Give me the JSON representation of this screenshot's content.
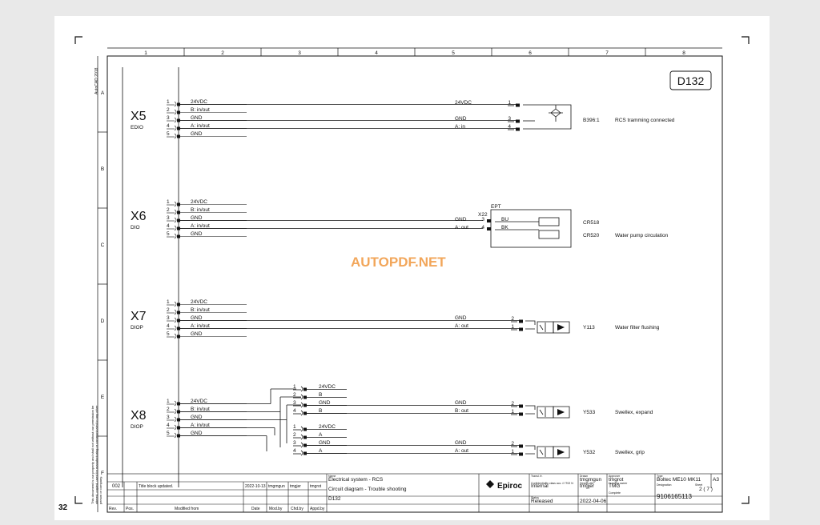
{
  "page_number": "32",
  "watermark": "AUTOPDF.NET",
  "drawing_id": "D132",
  "autocad_label": "AutoCAD 2018",
  "column_numbers": [
    "1",
    "2",
    "3",
    "4",
    "5",
    "6",
    "7",
    "8"
  ],
  "row_letters": [
    "A",
    "B",
    "C",
    "D",
    "E",
    "F"
  ],
  "side_notice": "This document is our property and shall not without our permission be altered, copied, used for manufacturing or communicated to any other person or company.",
  "connectors": [
    {
      "name": "X5",
      "sub": "EDIO",
      "pins": [
        {
          "n": "1",
          "label": "24VDC"
        },
        {
          "n": "2",
          "label": "B: in/out"
        },
        {
          "n": "3",
          "label": "GND"
        },
        {
          "n": "4",
          "label": "A: in/out"
        },
        {
          "n": "5",
          "label": "GND"
        }
      ]
    },
    {
      "name": "X6",
      "sub": "DIO",
      "pins": [
        {
          "n": "1",
          "label": "24VDC"
        },
        {
          "n": "2",
          "label": "B: in/out"
        },
        {
          "n": "3",
          "label": "GND"
        },
        {
          "n": "4",
          "label": "A: in/out"
        },
        {
          "n": "5",
          "label": "GND"
        }
      ]
    },
    {
      "name": "X7",
      "sub": "DIOP",
      "pins": [
        {
          "n": "1",
          "label": "24VDC"
        },
        {
          "n": "2",
          "label": "B: in/out"
        },
        {
          "n": "3",
          "label": "GND"
        },
        {
          "n": "4",
          "label": "A: in/out"
        },
        {
          "n": "5",
          "label": "GND"
        }
      ]
    },
    {
      "name": "X8",
      "sub": "DIOP",
      "pins": [
        {
          "n": "1",
          "label": "24VDC"
        },
        {
          "n": "2",
          "label": "B: in/out"
        },
        {
          "n": "3",
          "label": "GND"
        },
        {
          "n": "4",
          "label": "A: in/out"
        },
        {
          "n": "5",
          "label": "GND"
        }
      ]
    }
  ],
  "x8_split": [
    {
      "n": "1",
      "label": "24VDC"
    },
    {
      "n": "2",
      "label": "B"
    },
    {
      "n": "3",
      "label": "GND"
    },
    {
      "n": "4",
      "label": "B"
    },
    {
      "n": "1",
      "label": "24VDC"
    },
    {
      "n": "2",
      "label": "A"
    },
    {
      "n": "3",
      "label": "GND"
    },
    {
      "n": "4",
      "label": "A"
    }
  ],
  "devices": {
    "b396": {
      "w1": "24VDC",
      "w2": "GND",
      "w3": "A: in",
      "p1": "1",
      "p2": "3",
      "p3": "4",
      "id": "B396:1",
      "desc": "RCS tramming connected"
    },
    "ept": {
      "title": "EPT",
      "conn": "X22",
      "w1": "GND",
      "p1": "3",
      "c1": "BU",
      "w2": "A: out",
      "p2": "4",
      "c2": "BK",
      "id1": "CR518",
      "id2": "CR520",
      "desc": "Water pump circulation"
    },
    "y113": {
      "w1": "GND",
      "w2": "A: out",
      "p1": "2",
      "p2": "1",
      "id": "Y113",
      "desc": "Water filter flushing"
    },
    "y533": {
      "w1": "GND",
      "w2": "B: out",
      "p1": "2",
      "p2": "1",
      "id": "Y533",
      "desc": "Swellex, expand"
    },
    "y532": {
      "w1": "GND",
      "w2": "A: out",
      "p1": "2",
      "p2": "1",
      "id": "Y532",
      "desc": "Swellex, grip"
    }
  },
  "title_block": {
    "rev_value": "002",
    "rev_desc": "Title block updated.",
    "rev_date": "2022-10-13",
    "rev_mod": "tmgmgun",
    "rev_chk": "tmgjer",
    "rev_app": "tmgrot",
    "h_rev": "Rev.",
    "h_pos": "Pos.",
    "h_modified": "Modified from",
    "h_date": "Date",
    "h_modby": "Mod.by",
    "h_chkby": "Chd.by",
    "h_appby": "Appd.by",
    "name_label": "Name",
    "name1": "Electrical system - RCS",
    "name2": "Circuit diagram - Trouble shooting",
    "name3": "D132",
    "logo": "Epiroc",
    "transl_label": "Transl. fr.",
    "conf_label": "Confidentiality class acc. // IT02 N",
    "conf": "Internal",
    "status_label": "Status",
    "status": "Released",
    "drawn_label": "Drawn",
    "drawn": "tmgmgun",
    "design_label": "Design dtd.",
    "design": "tmgjer",
    "date2": "2022-04-06",
    "approver_label": "Approver",
    "approver": "tmgrot",
    "owner_label": "Drawing owner",
    "owner": "TMG",
    "compl_label": "Complete",
    "type_label": "Type",
    "type": "Boltec ME10 MK11",
    "size": "A3",
    "desig_label": "Designation",
    "sheet_label": "Sheet",
    "sheet": "2 ( 7 )",
    "docnum": "9106165113"
  }
}
